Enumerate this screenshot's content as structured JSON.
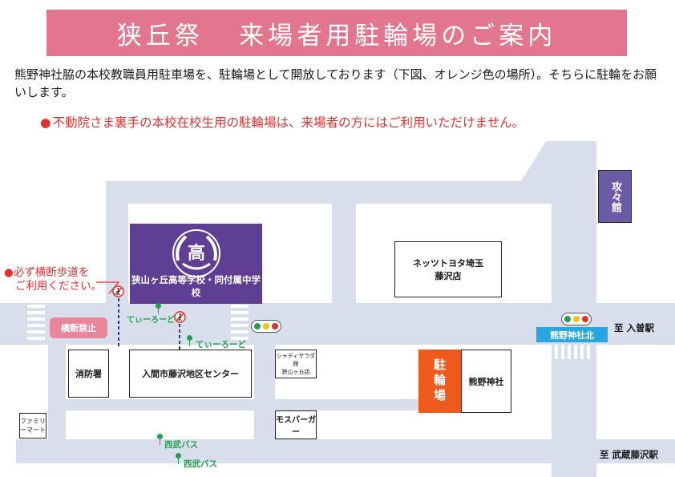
{
  "header": {
    "title_left": "狭丘祭",
    "title_right": "来場者用駐輪場のご案内"
  },
  "intro": "熊野神社脇の本校教職員用駐車場を、駐輪場として開放しております（下図、オレンジ色の場所）。そちらに駐輪をお願いします。",
  "notice": {
    "dot": "●",
    "text": "不動院さま裏手の本校在校生用の駐輪場は、来場者の方にはご利用いただけません。"
  },
  "map": {
    "school": {
      "emblem_char": "高",
      "label": "狭山ヶ丘高等学校・同付属中学校"
    },
    "kogakan": "攻々館",
    "toyota": "ネッツトヨタ埼玉\n藤沢店",
    "fire_station": "消防署",
    "center": "入間市藤沢地区センター",
    "shadyisawa": "シャディサラダ館\n狭山ヶ丘店",
    "mos": "モスバーガー",
    "familymart": "ファミリ\nーマート",
    "parking": "駐輪場",
    "shrine": "熊野神社",
    "shrine_north": "熊野神社北",
    "no_crossing": "横断禁止",
    "callout_line1": "●必ず横断歩道を",
    "callout_line2": "ご利用ください。",
    "bus_stop_1": "てぃーろーど",
    "bus_stop_2": "てぃーろーど",
    "seibu_bus_1": "西武バス",
    "seibu_bus_2": "西武バス",
    "dest_iruma": "至 入曽駅",
    "dest_musashi": "至 武蔵藤沢駅"
  },
  "colors": {
    "banner": "#e2768f",
    "school": "#5e3f93",
    "kogakan": "#6b5aa6",
    "parking": "#ee5a1c",
    "road": "#d9deed",
    "notice": "#e53030",
    "bus_label": "#21a050",
    "shrine_north": "#27a6e0"
  }
}
